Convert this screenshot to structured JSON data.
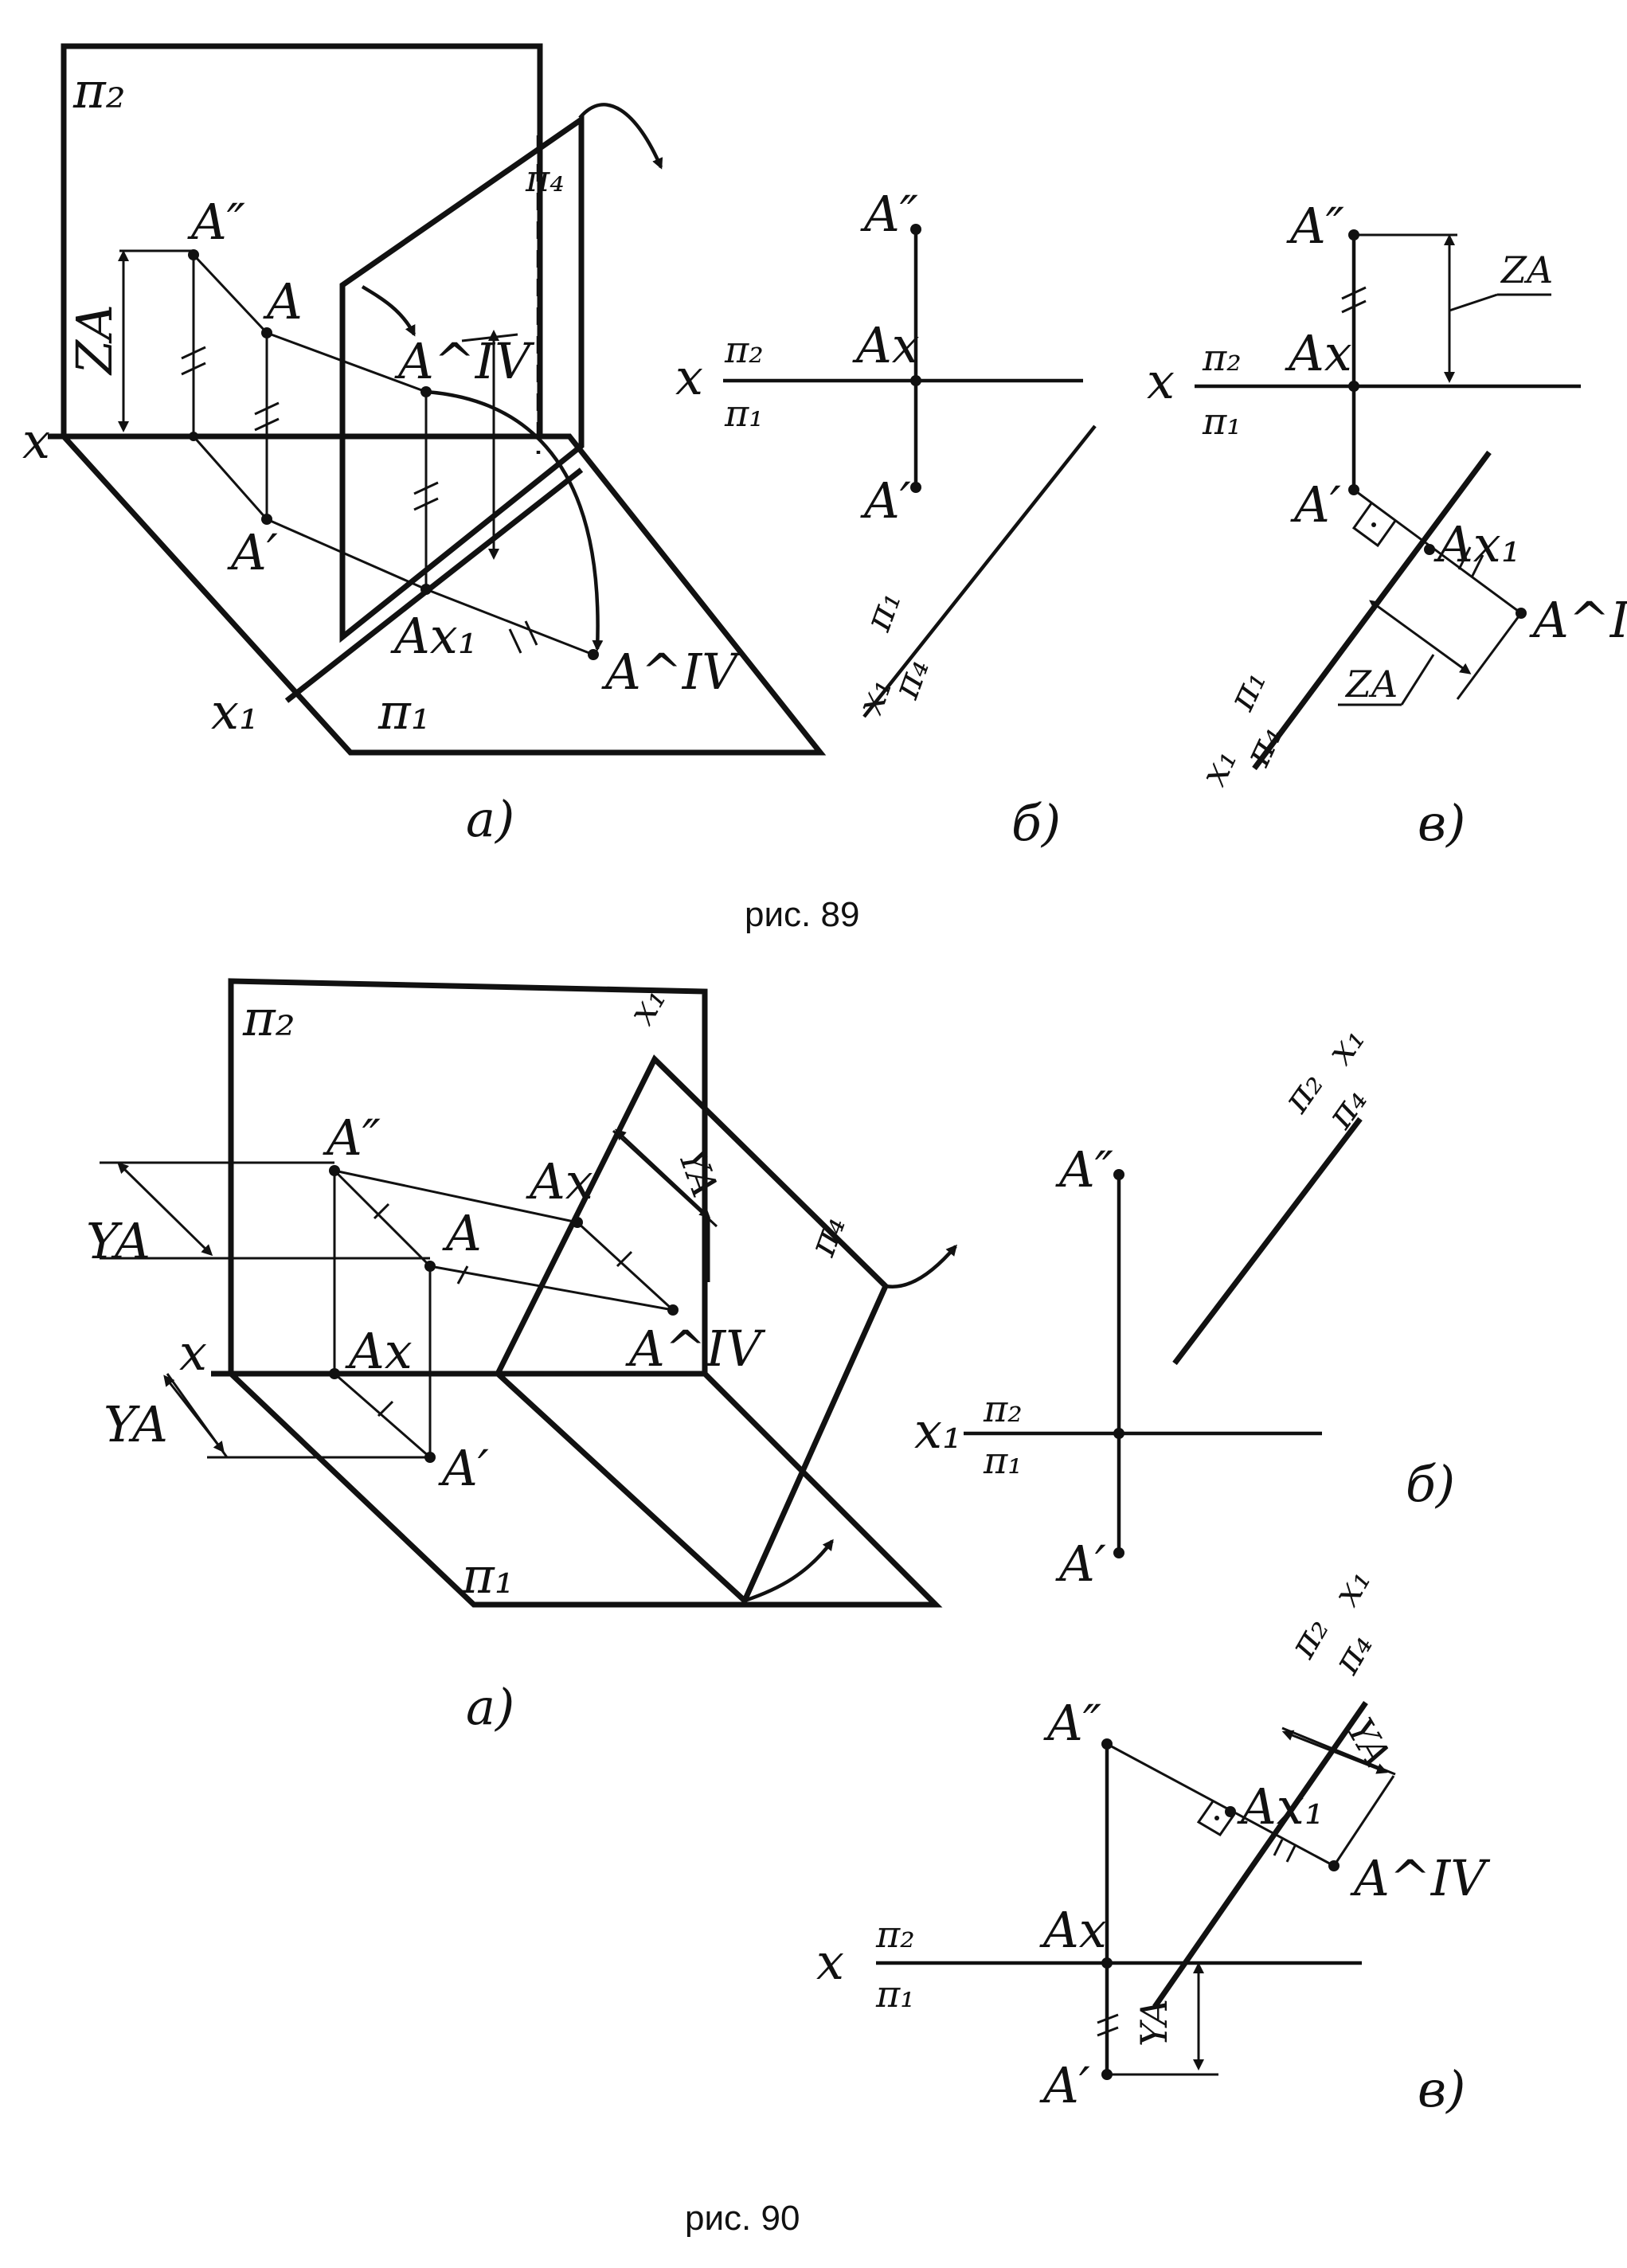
{
  "fig89": {
    "caption": "рис. 89",
    "a": {
      "sub": "а)",
      "pi2": "π₂",
      "pi4": "π₄",
      "pi1": "π₁",
      "x": "x",
      "x1": "x₁",
      "A2": "A″",
      "A": "A",
      "A1": "A′",
      "A4": "A^IV",
      "Ax1": "Ax₁",
      "zA": "ZA"
    },
    "b": {
      "sub": "б)",
      "A2": "A″",
      "Ax": "Ax",
      "A1": "A′",
      "x": "x",
      "pi2": "π₂",
      "pi1": "π₁",
      "pi1b": "π₁",
      "x1": "x₁",
      "pi4": "π₄"
    },
    "c": {
      "sub": "в)",
      "A2": "A″",
      "Ax": "Ax",
      "A1": "A′",
      "x": "x",
      "pi2": "π₂",
      "pi1": "π₁",
      "Ax1": "Ax₁",
      "A4": "A^IV",
      "zA1": "ZA",
      "zA2": "ZA",
      "pi1b": "π₁",
      "x1": "x₁",
      "pi4": "π₄"
    }
  },
  "fig90": {
    "caption": "рис. 90",
    "a": {
      "sub": "а)",
      "pi2": "π₂",
      "pi4": "π₄",
      "pi1": "π₁",
      "x1": "x₁",
      "x": "x",
      "A2": "A″",
      "A": "A",
      "Ax_top": "Ax",
      "A4": "A^IV",
      "Ax": "Ax",
      "A1": "A′",
      "yA1": "YA",
      "yA2": "YA",
      "yA3": "YA"
    },
    "b": {
      "sub": "б)",
      "A2": "A″",
      "A1": "A′",
      "x1": "x₁",
      "pi2": "π₂",
      "pi1": "π₁",
      "pi2b": "π₂",
      "x1b": "x₁",
      "pi4": "π₄"
    },
    "c": {
      "sub": "в)",
      "A2": "A″",
      "Ax": "Ax",
      "A1": "A′",
      "x": "x",
      "pi2": "π₂",
      "pi1": "π₁",
      "pi2b": "π₂",
      "x1": "x₁",
      "pi4": "π₄",
      "Ax1": "Ax₁",
      "A4": "A^IV",
      "yA1": "YA",
      "yA2": "YA"
    }
  }
}
